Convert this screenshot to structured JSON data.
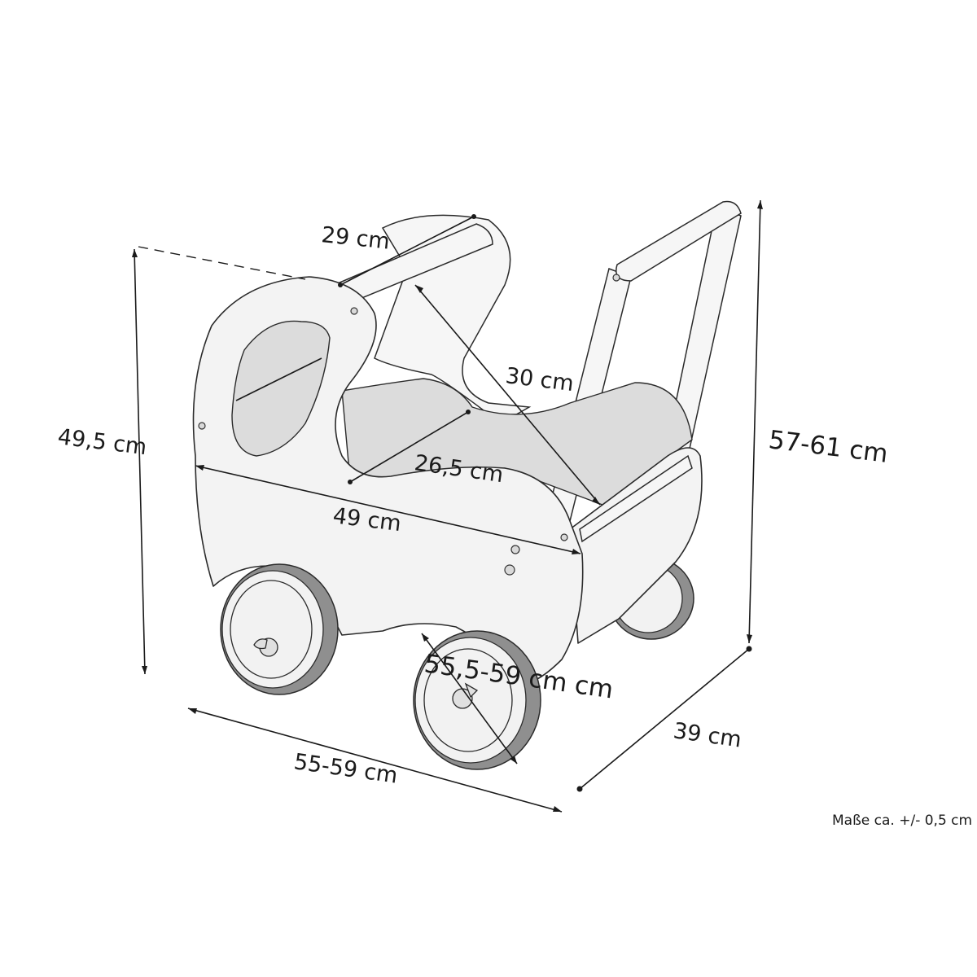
{
  "dimensions": {
    "roof_width": "29 cm",
    "inner_diagonal": "30 cm",
    "inner_depth": "26,5 cm",
    "body_length": "49 cm",
    "body_height": "49,5 cm",
    "total_height": "57-61 cm",
    "wheel_diameter": "55,5-59 cm cm",
    "total_length": "55-59 cm",
    "total_width": "39 cm"
  },
  "note": "Maße ca. +/- 0,5 cm"
}
